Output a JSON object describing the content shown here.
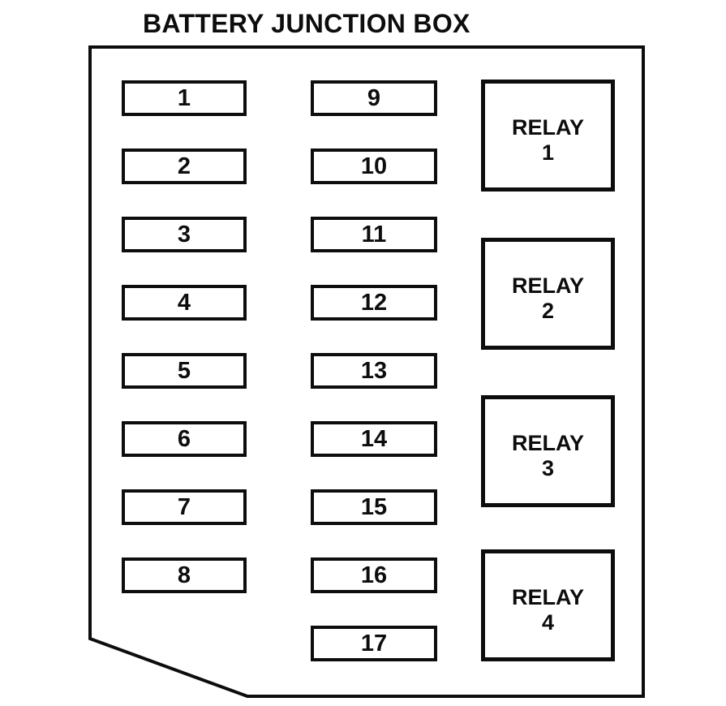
{
  "title": "BATTERY JUNCTION BOX",
  "colors": {
    "line": "#0d0d0d",
    "background": "#ffffff"
  },
  "fuses": [
    "1",
    "2",
    "3",
    "4",
    "5",
    "6",
    "7",
    "8",
    "9",
    "10",
    "11",
    "12",
    "13",
    "14",
    "15",
    "16",
    "17"
  ],
  "relays": [
    {
      "name": "RELAY",
      "number": "1"
    },
    {
      "name": "RELAY",
      "number": "2"
    },
    {
      "name": "RELAY",
      "number": "3"
    },
    {
      "name": "RELAY",
      "number": "4"
    }
  ]
}
